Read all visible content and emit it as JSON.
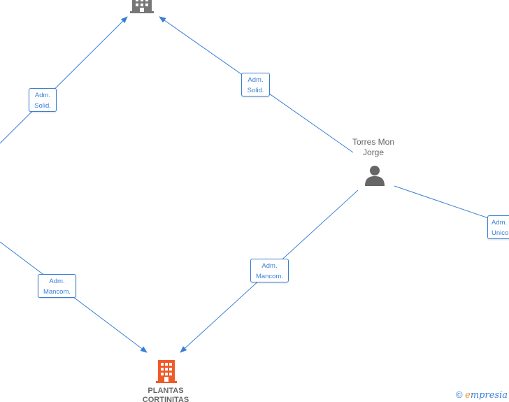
{
  "graph": {
    "nodes": {
      "person": {
        "name_line1": "Torres Mon",
        "name_line2": "Jorge",
        "icon": "person-icon",
        "color": "#666666"
      },
      "company_top": {
        "icon": "building-icon",
        "color": "#777777"
      },
      "company_bottom": {
        "name_line1": "PLANTAS",
        "name_line2": "CORTINITAS",
        "icon": "building-icon",
        "color": "#f05a28"
      }
    },
    "edges": {
      "left_top": {
        "line1": "Adm.",
        "line2": "Solid."
      },
      "person_top": {
        "line1": "Adm.",
        "line2": "Solid."
      },
      "left_bottom": {
        "line1": "Adm.",
        "line2": "Mancom."
      },
      "person_bottom": {
        "line1": "Adm.",
        "line2": "Mancom."
      },
      "person_right": {
        "line1": "Adm.",
        "line2": "Unico"
      }
    },
    "edge_color": "#3a7fd5"
  },
  "watermark": {
    "symbol": "©",
    "brand_initial": "e",
    "brand_rest": "mpresia"
  }
}
